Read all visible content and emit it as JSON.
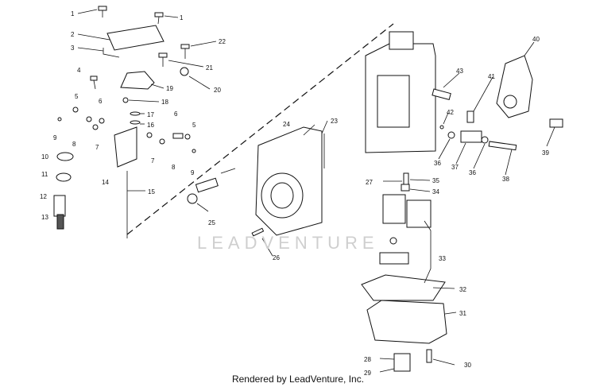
{
  "diagram": {
    "callouts": [
      "1",
      "1",
      "2",
      "3",
      "4",
      "5",
      "6",
      "7",
      "8",
      "9",
      "10",
      "11",
      "12",
      "13",
      "14",
      "15",
      "16",
      "17",
      "18",
      "19",
      "20",
      "21",
      "22",
      "23",
      "24",
      "25",
      "26",
      "27",
      "28",
      "29",
      "30",
      "31",
      "32",
      "33",
      "34",
      "35",
      "36",
      "36",
      "37",
      "38",
      "39",
      "40",
      "41",
      "42",
      "43",
      "5",
      "6",
      "7",
      "8",
      "9"
    ],
    "watermark": "LEADVENTURE",
    "footer": "Rendered by LeadVenture, Inc."
  }
}
